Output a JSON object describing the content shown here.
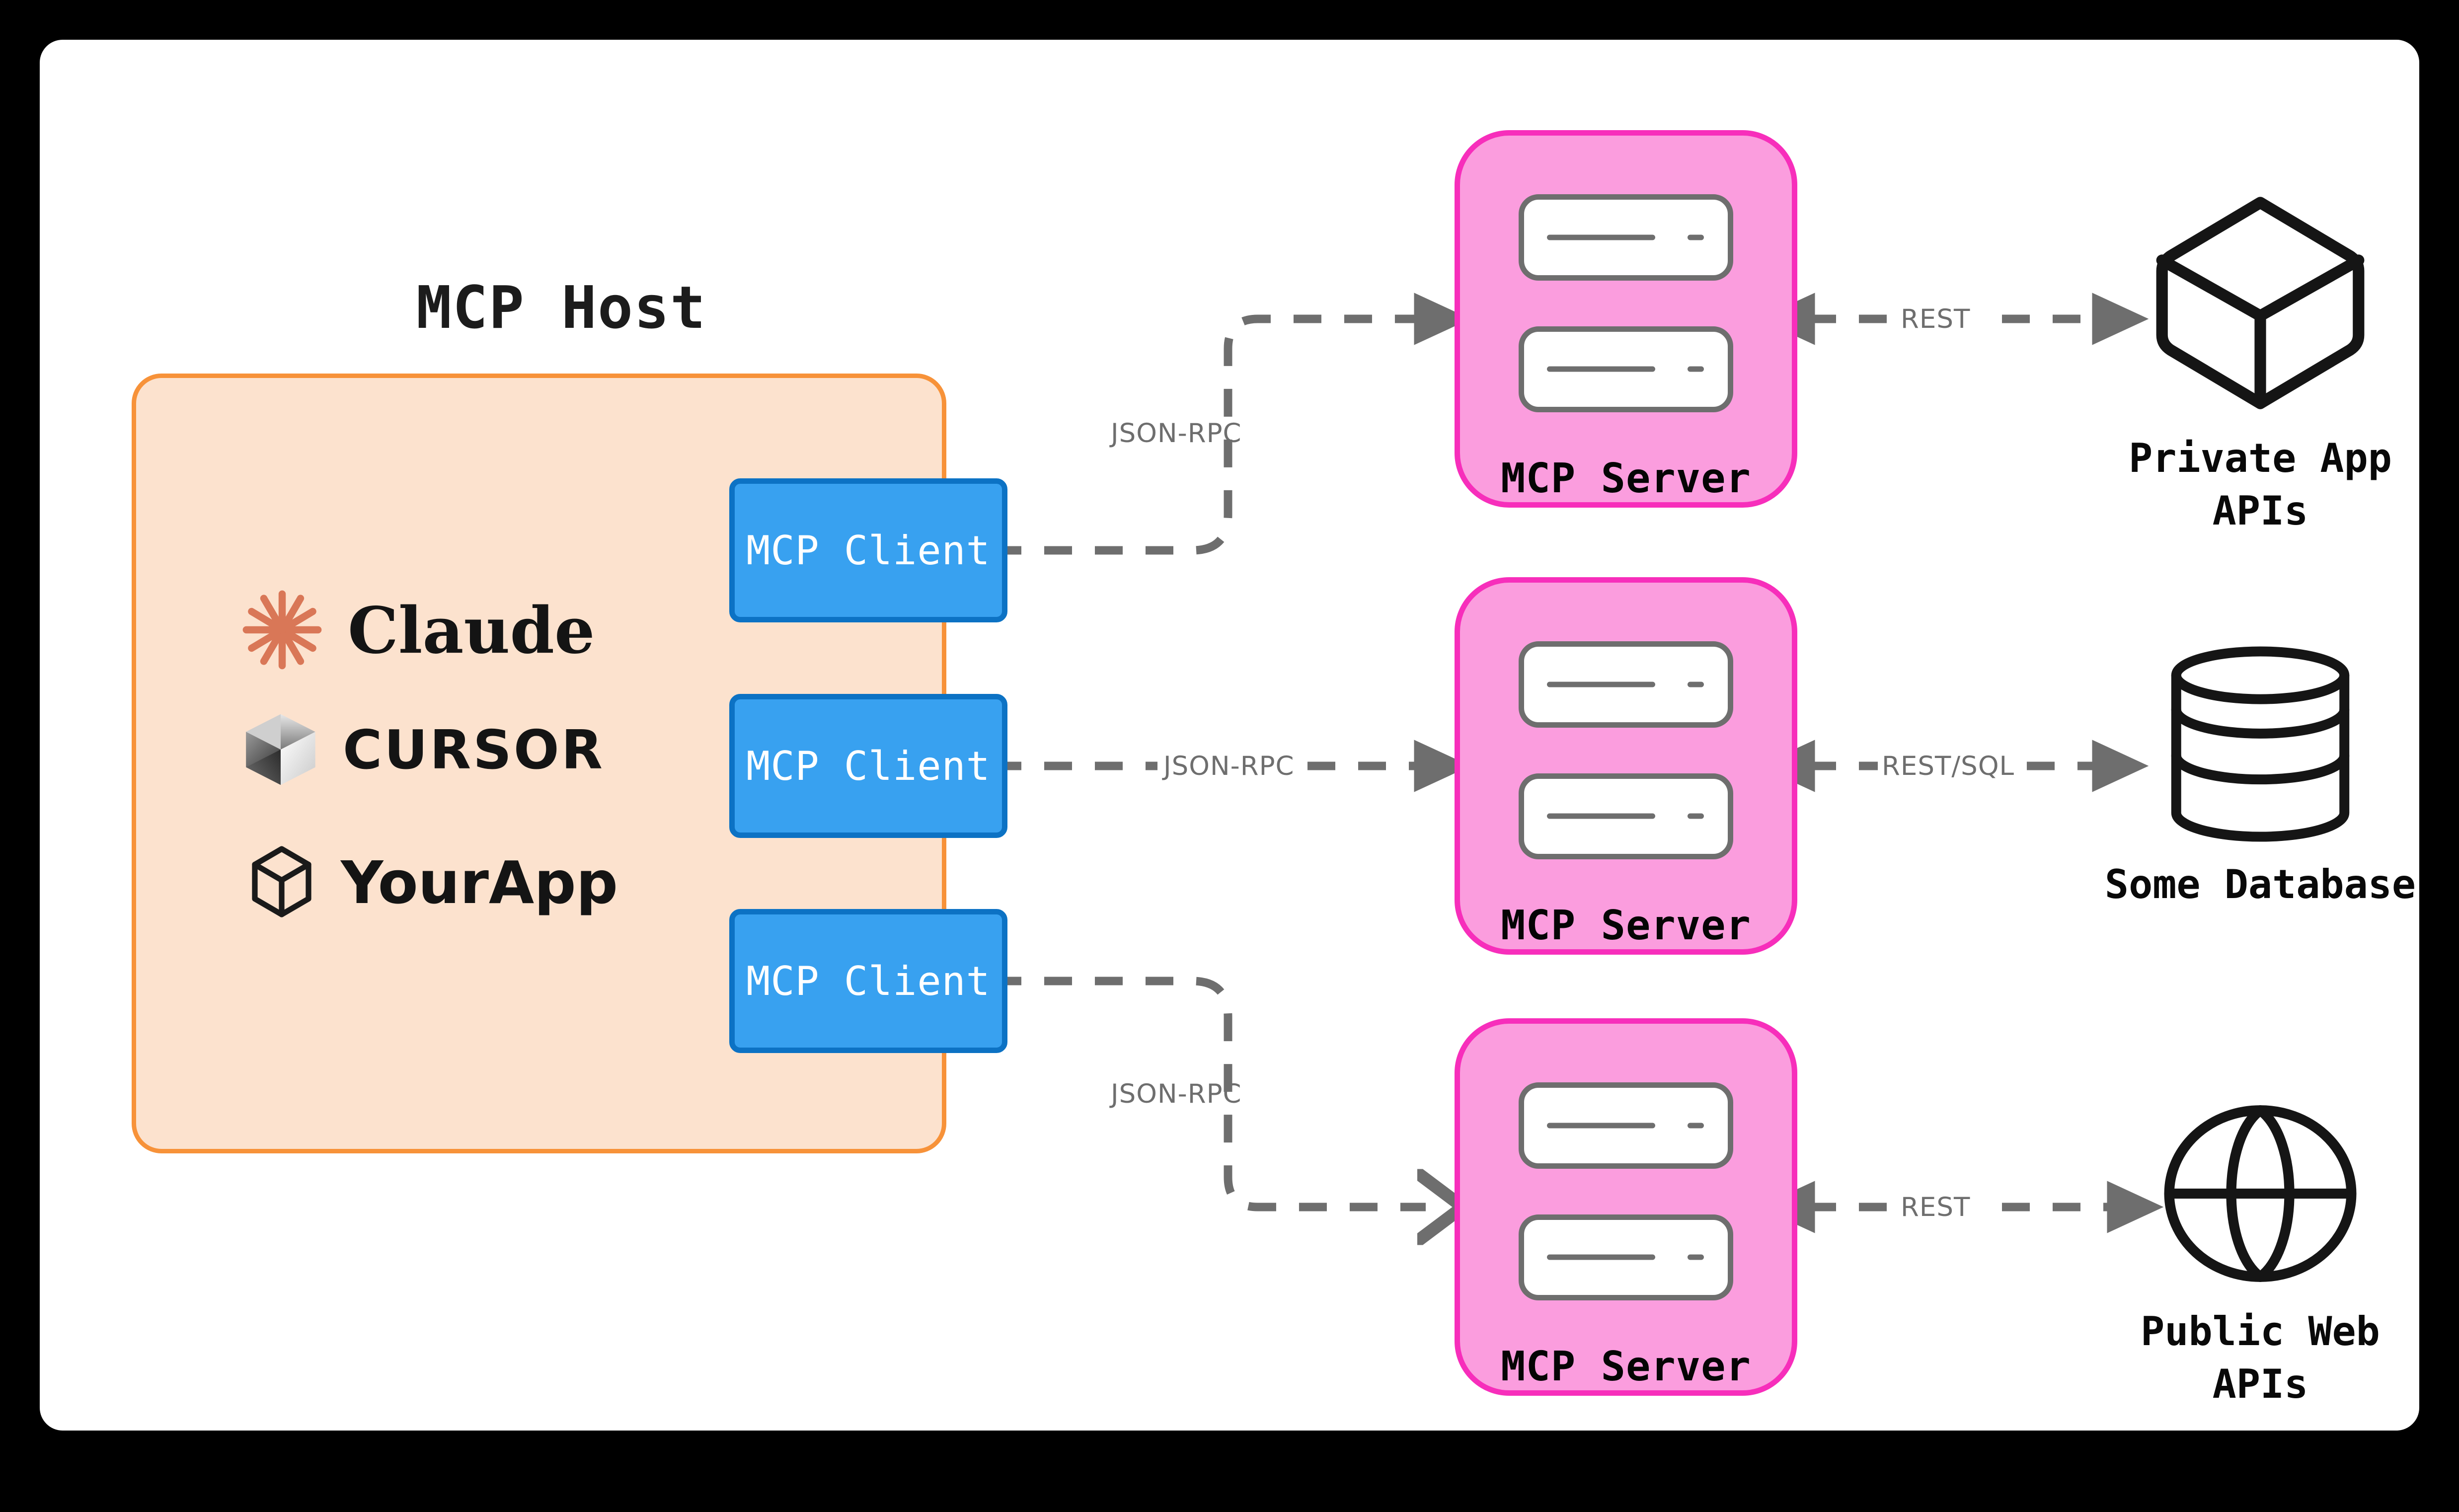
{
  "diagram": {
    "title_block": {
      "label": "MCP Host"
    },
    "host": {
      "brands": [
        {
          "name": "Claude",
          "icon": "claude-starburst-icon",
          "color": "#D97757"
        },
        {
          "name": "CURSOR",
          "icon": "cursor-cube-icon",
          "color": "#111111"
        },
        {
          "name": "YourApp",
          "icon": "generic-cube-icon",
          "color": "#111111"
        }
      ],
      "clients": [
        {
          "label": "MCP Client"
        },
        {
          "label": "MCP Client"
        },
        {
          "label": "MCP Client"
        }
      ],
      "fill": "#FCE2CE",
      "border": "#F79239"
    },
    "servers": [
      {
        "label": "MCP Server",
        "fill": "#FB9DDE",
        "border": "#F72EBB"
      },
      {
        "label": "MCP Server",
        "fill": "#FB9DDE",
        "border": "#F72EBB"
      },
      {
        "label": "MCP Server",
        "fill": "#FB9DDE",
        "border": "#F72EBB"
      }
    ],
    "endpoints": [
      {
        "label": "Private App\nAPIs",
        "icon": "cube-icon"
      },
      {
        "label": "Some Database",
        "icon": "database-icon"
      },
      {
        "label": "Public Web\nAPIs",
        "icon": "globe-icon"
      }
    ],
    "connections": [
      {
        "from": "mcp-client-1",
        "to": "mcp-server-1",
        "label": "JSON-RPC"
      },
      {
        "from": "mcp-client-2",
        "to": "mcp-server-2",
        "label": "JSON-RPC"
      },
      {
        "from": "mcp-client-3",
        "to": "mcp-server-3",
        "label": "JSON-RPC"
      },
      {
        "from": "mcp-server-1",
        "to": "private-app-apis",
        "label": "REST"
      },
      {
        "from": "mcp-server-2",
        "to": "some-database",
        "label": "REST/SQL"
      },
      {
        "from": "mcp-server-3",
        "to": "public-web-apis",
        "label": "REST"
      }
    ],
    "wire_color": "#6E6E6E",
    "page_background": "#000000",
    "card_background": "#FFFFFF"
  }
}
